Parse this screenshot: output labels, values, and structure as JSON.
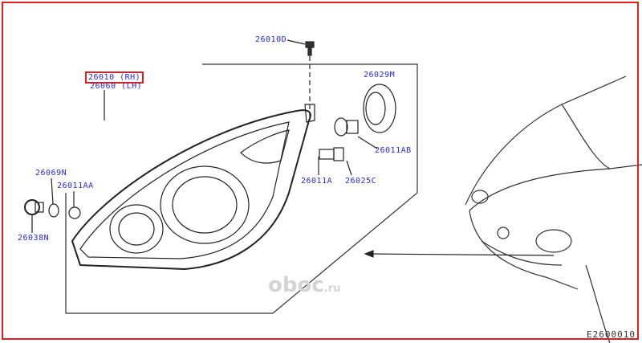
{
  "labels": {
    "p26010D": "26010D",
    "p26010RH": "26010 (RH)",
    "p26060LH": "26060 (LH)",
    "p26029M": "26029M",
    "p26011AB": "26011AB",
    "p26011A": "26011A",
    "p26025C": "26025C",
    "p26069N": "26069N",
    "p26011AA": "26011AA",
    "p26038N": "26038N"
  },
  "diagram_code": "E2600010",
  "watermark": {
    "main": "oboc",
    "suffix": ".ru"
  },
  "colors": {
    "label": "#2828e0",
    "highlight": "#e02020",
    "line": "#222222"
  }
}
